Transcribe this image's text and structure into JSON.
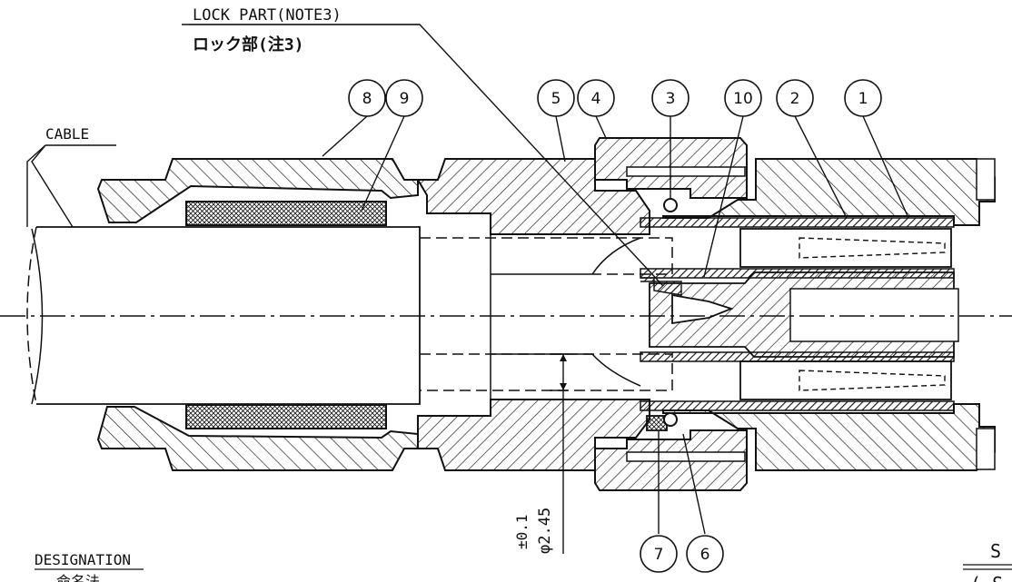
{
  "labels": {
    "lock_part_en": "LOCK PART(NOTE3)",
    "lock_part_jp": "ロック部(注3)",
    "cable": "CABLE",
    "designation_en": "DESIGNATION",
    "designation_jp": "命名法",
    "dim_tolerance": "±0.1",
    "dim_diameter": "φ2.45",
    "corner_top": "S",
    "corner_bottom": "( S"
  },
  "callouts": [
    "8",
    "9",
    "5",
    "4",
    "3",
    "10",
    "2",
    "1",
    "7",
    "6"
  ],
  "colors": {
    "line": "#111111",
    "paper": "#ffffff"
  }
}
